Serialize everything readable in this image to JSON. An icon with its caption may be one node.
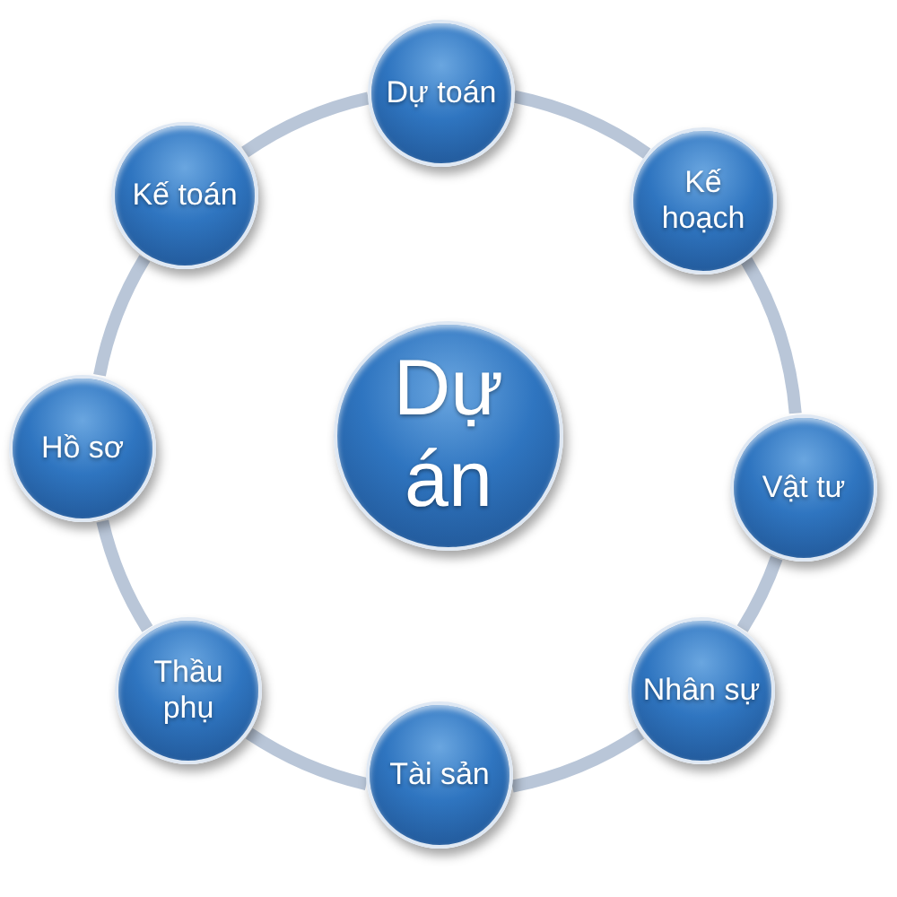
{
  "diagram": {
    "nodes": [
      {
        "text": [
          "Dự án"
        ]
      },
      {
        "text": [
          "Dự toán"
        ]
      },
      {
        "text": [
          "Kế hoạch"
        ]
      },
      {
        "text": [
          "Vật tư"
        ]
      },
      {
        "text": [
          "Nhân sự"
        ]
      },
      {
        "text": [
          "Tài sản"
        ]
      },
      {
        "text": [
          "Thầu phụ"
        ]
      },
      {
        "text": [
          "Hồ sơ"
        ]
      },
      {
        "text": [
          "Kế toán"
        ]
      }
    ],
    "edges": [
      {
        "from": 1,
        "to": 2,
        "arrow": "none"
      },
      {
        "from": 2,
        "to": 3,
        "arrow": "none"
      },
      {
        "from": 3,
        "to": 4,
        "arrow": "none"
      },
      {
        "from": 4,
        "to": 5,
        "arrow": "none"
      },
      {
        "from": 5,
        "to": 6,
        "arrow": "none"
      },
      {
        "from": 6,
        "to": 7,
        "arrow": "none"
      },
      {
        "from": 7,
        "to": 8,
        "arrow": "none"
      },
      {
        "from": 8,
        "to": 1,
        "arrow": "none"
      }
    ]
  }
}
